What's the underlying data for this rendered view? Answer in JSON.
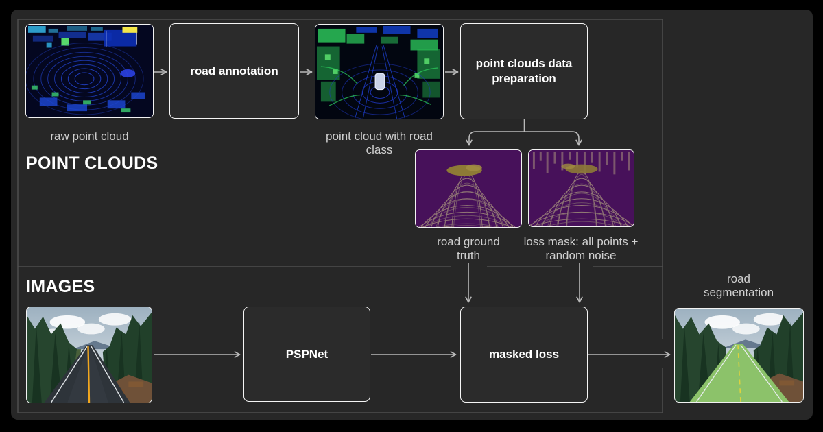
{
  "sections": {
    "point_clouds": {
      "title": "POINT CLOUDS"
    },
    "images": {
      "title": "IMAGES"
    }
  },
  "nodes": {
    "road_annotation": {
      "label": "road annotation"
    },
    "point_clouds_data_preparation": {
      "label": "point clouds data preparation"
    },
    "pspnet": {
      "label": "PSPNet"
    },
    "masked_loss": {
      "label": "masked loss"
    }
  },
  "captions": {
    "raw_point_cloud": "raw point cloud",
    "point_cloud_with_road_class": "point cloud with road class",
    "road_ground_truth": "road ground truth",
    "loss_mask": "loss mask: all points + random noise",
    "road_segmentation": "road segmentation"
  },
  "colors": {
    "background": "#000000",
    "card": "#272727",
    "frame": "#4e4e4e",
    "arrow": "#b9b9b9",
    "node_border": "#f5f5f5",
    "node_text": "#ffffff",
    "caption_text": "#cfcfcf",
    "heading_text": "#ffffff"
  }
}
